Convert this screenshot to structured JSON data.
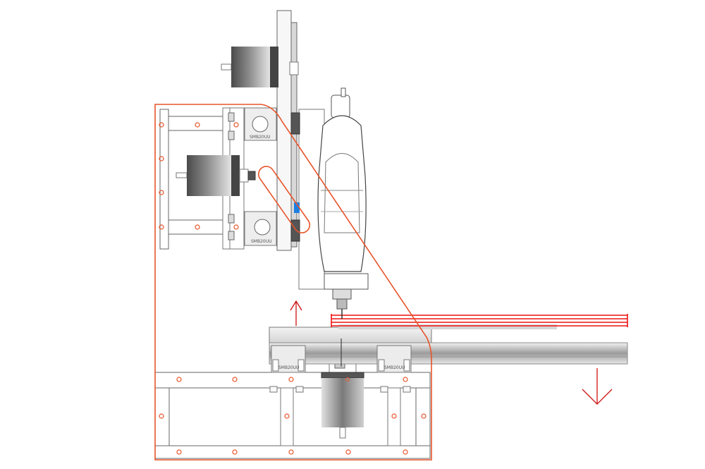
{
  "diagram": {
    "bearing_labels": {
      "upper_left": "SMB20UU",
      "lower_left": "SMB20UU",
      "bed_left": "SMB20UU",
      "bed_right": "SMB20UU"
    },
    "colors": {
      "frame_outline": "#e8542a",
      "arrow_red": "#cc1111",
      "rail_red": "#ee1111",
      "motor_dark": "#5a5a5a",
      "motor_light": "#d8d8d8",
      "sensor_blue": "#1f7fe0"
    }
  }
}
